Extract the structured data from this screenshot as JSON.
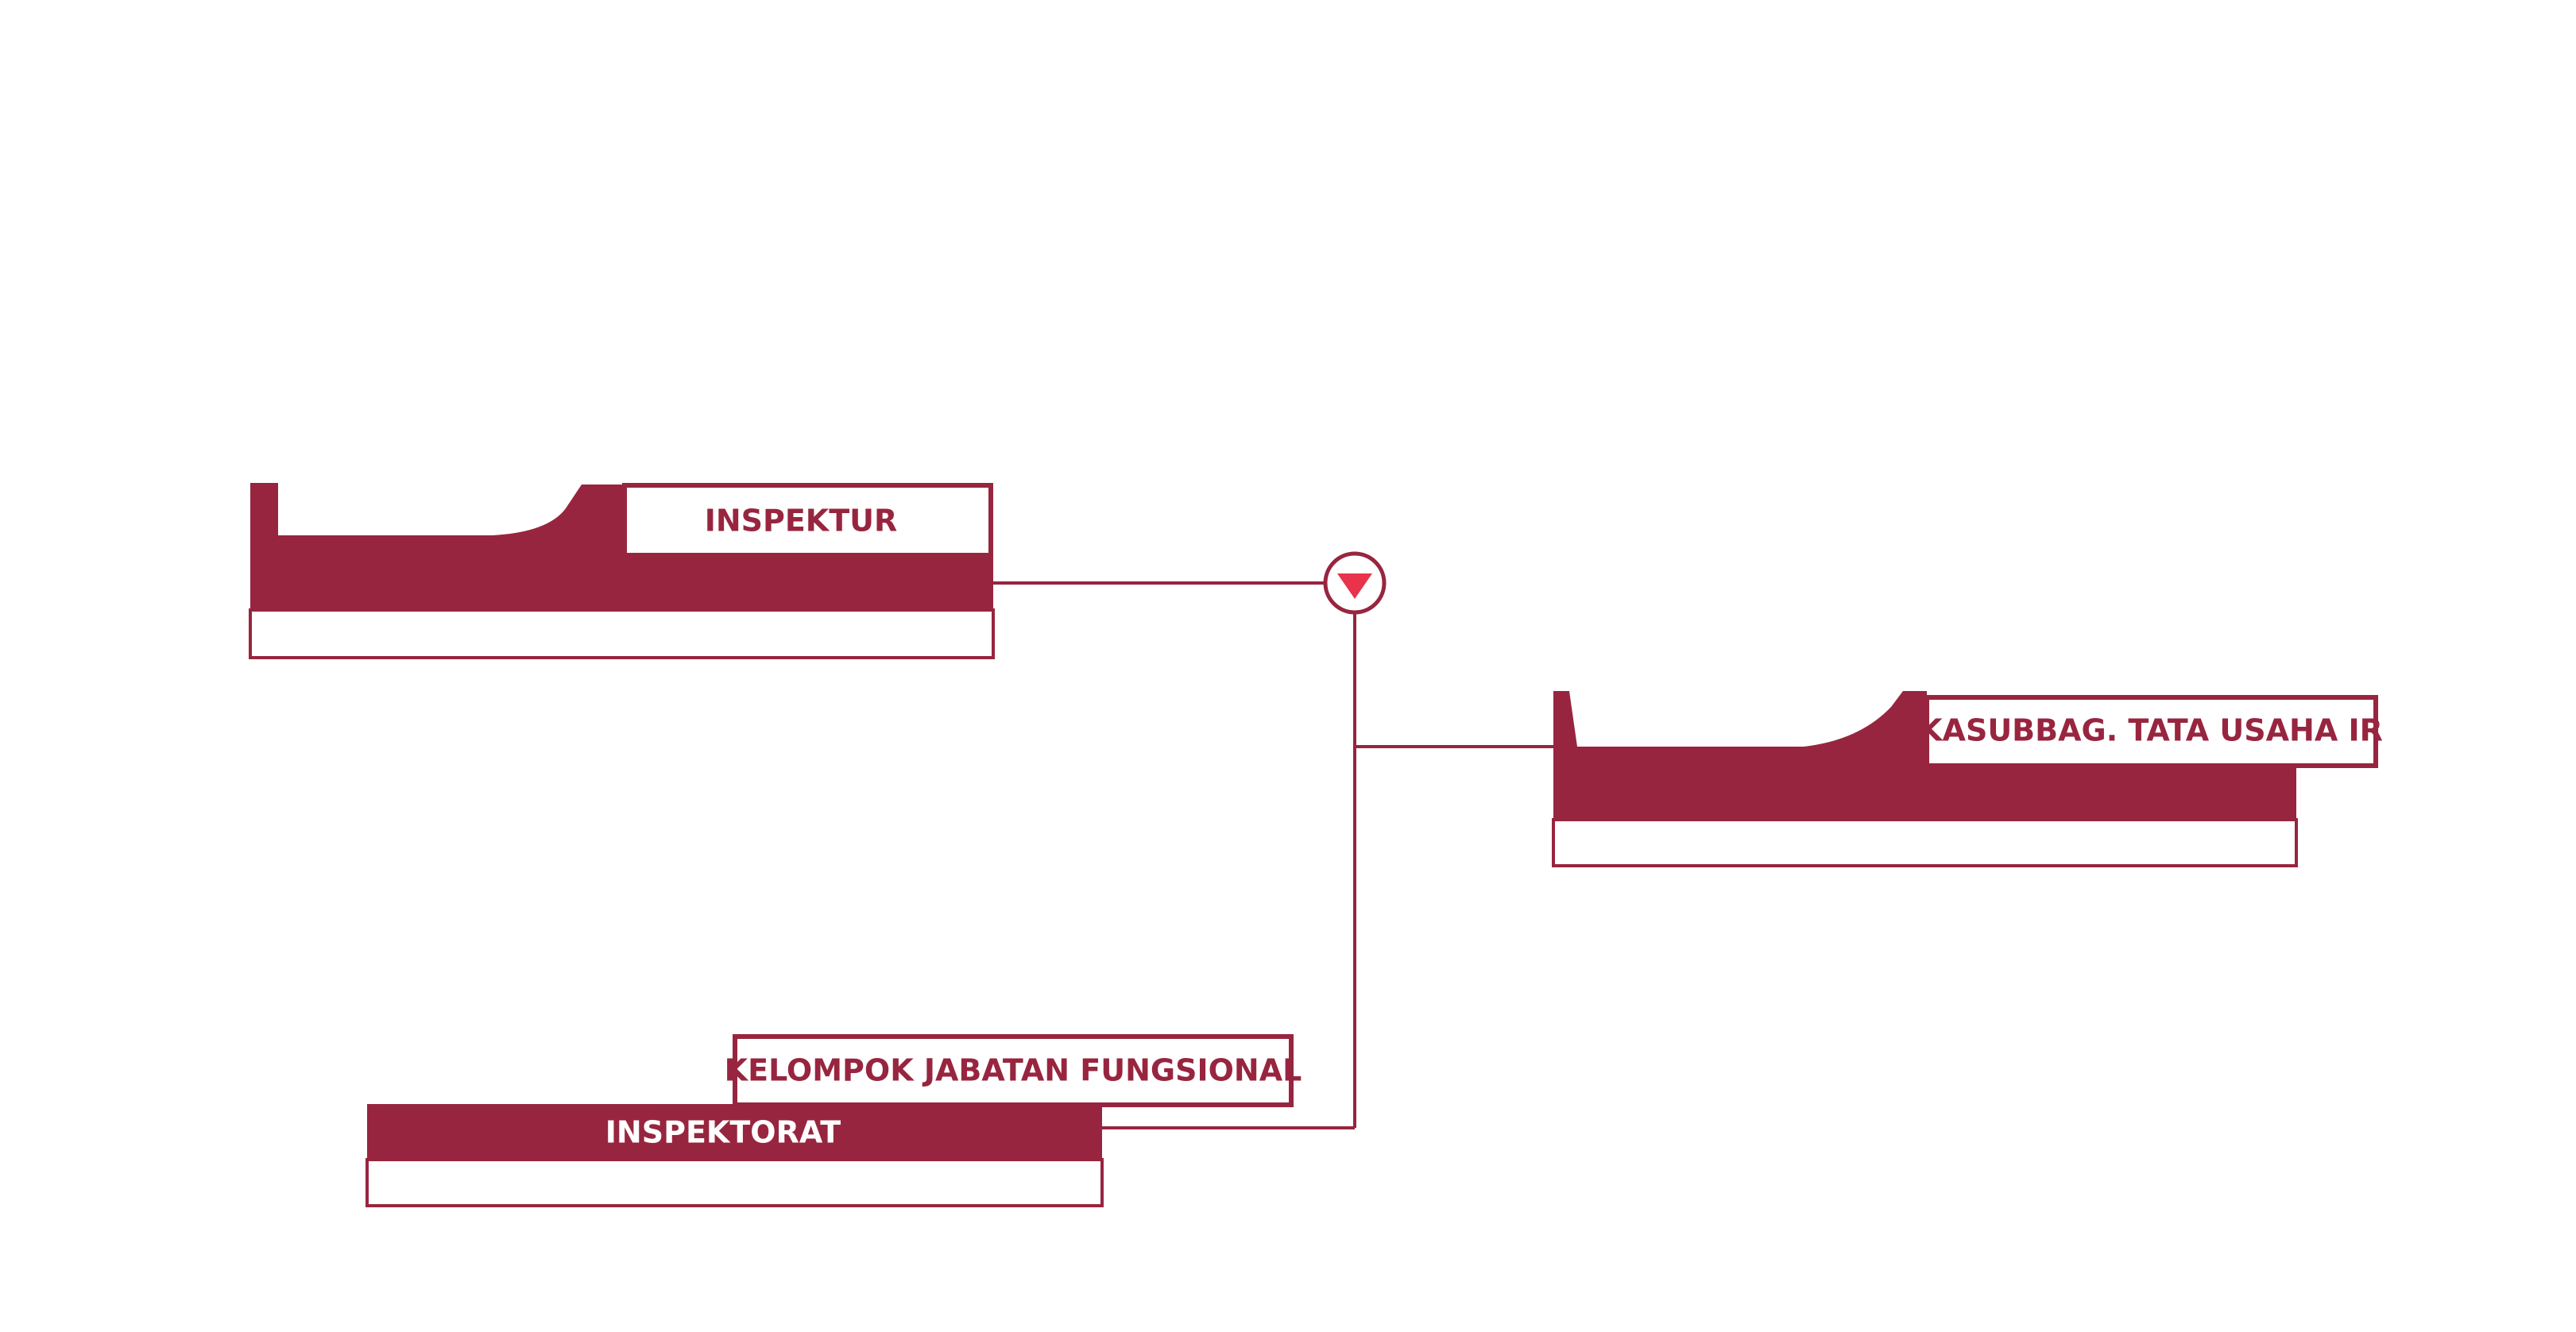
{
  "colors": {
    "primary": "#98253F",
    "accent": "#E8334A",
    "background": "#FFFFFF"
  },
  "nodes": {
    "inspektur": {
      "label": "INSPEKTUR"
    },
    "kasubbag": {
      "label": "KASUBBAG. TATA USAHA IR"
    },
    "kelompok": {
      "label": "KELOMPOK JABATAN FUNGSIONAL"
    },
    "inspektorat": {
      "label": "INSPEKTORAT"
    }
  },
  "connector": {
    "icon": "triangle-down-icon"
  }
}
